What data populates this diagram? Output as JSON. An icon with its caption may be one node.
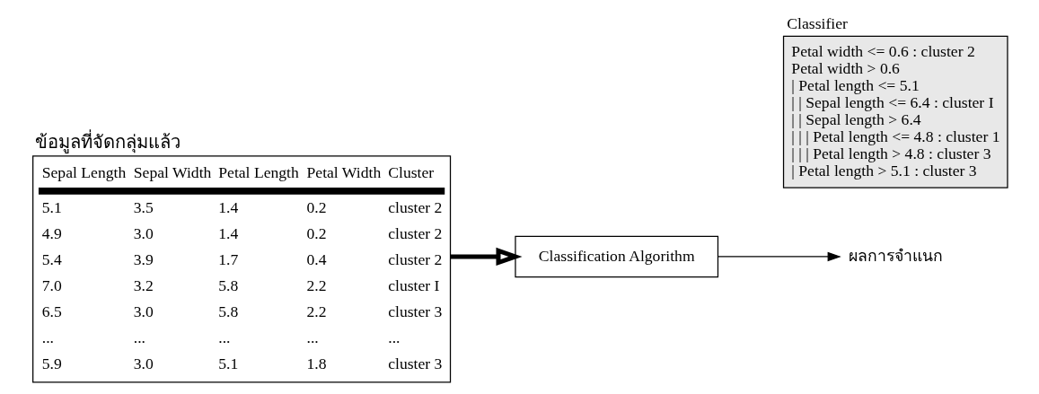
{
  "diagram": {
    "nodes": [
      {
        "text": [
          "ข้อมูลที่จัดกลุ่มแล้ว",
          "Sepal Length",
          "Sepal Width",
          "Petal Length",
          "Petal Width",
          "Cluster",
          "5.1",
          "3.5",
          "1.4",
          "0.2",
          "cluster 2",
          "4.9",
          "3.0",
          "1.4",
          "0.2",
          "cluster 2",
          "5.4",
          "3.9",
          "1.7",
          "0.4",
          "cluster 2",
          "7.0",
          "3.2",
          "5.8",
          "2.2",
          "cluster I",
          "6.5",
          "3.0",
          "5.8",
          "2.2",
          "cluster 3",
          "...",
          "...",
          "...",
          "...",
          "...",
          "5.9",
          "3.0",
          "5.1",
          "1.8",
          "cluster 3"
        ]
      },
      {
        "text": [
          "Classification Algorithm"
        ]
      },
      {
        "text": [
          "ผลการจำแนก"
        ]
      },
      {
        "text": [
          "Classifier",
          "Petal width <= 0.6 : cluster 2",
          "Petal width > 0.6",
          "| Petal length <= 5.1",
          "| | Sepal length <= 6.4 : cluster I",
          "| | Sepal length > 6.4",
          "| | | Petal length <= 4.8 : cluster 1",
          "| | | Petal length > 4.8 : cluster 3",
          "| Petal length > 5.1 : cluster 3"
        ]
      }
    ],
    "edges": [
      {
        "from": 0,
        "to": 1,
        "arrow": "to",
        "style": "thick"
      },
      {
        "from": 1,
        "to": 2,
        "arrow": "to"
      }
    ]
  }
}
